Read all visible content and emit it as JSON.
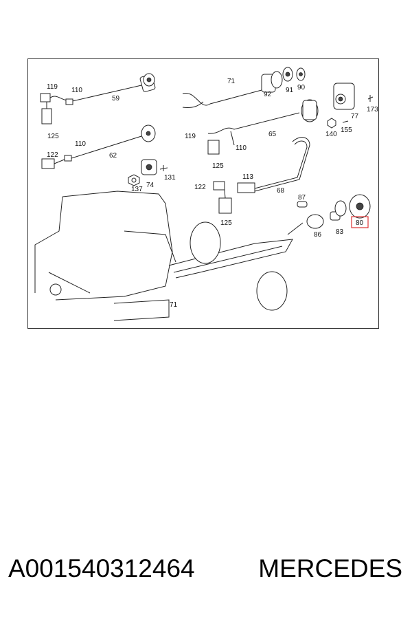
{
  "diagram": {
    "callouts": {
      "c119a": "119",
      "c110a": "110",
      "c59": "59",
      "c125a": "125",
      "c122a": "122",
      "c110b": "110",
      "c62": "62",
      "c137": "137",
      "c74": "74",
      "c131": "131",
      "c71a": "71",
      "c92": "92",
      "c91": "91",
      "c90": "90",
      "c77": "77",
      "c173": "173",
      "c140": "140",
      "c155": "155",
      "c119b": "119",
      "c65": "65",
      "c110c": "110",
      "c125b": "125",
      "c113": "113",
      "c122b": "122",
      "c68": "68",
      "c125c": "125",
      "c87": "87",
      "c86": "86",
      "c83": "83",
      "c80": "80",
      "c71b": "71"
    },
    "highlight_color": "#dd3333"
  },
  "footer": {
    "part_number": "A001540312464",
    "brand": "MERCEDES"
  }
}
